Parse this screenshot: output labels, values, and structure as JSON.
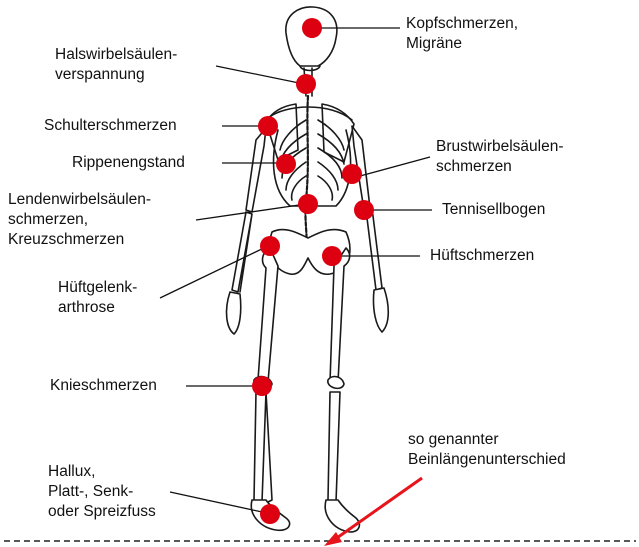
{
  "labels": {
    "kopf": [
      "Kopfschmerzen,",
      "Migräne"
    ],
    "hals": [
      "Halswirbelsäulen-",
      "verspannung"
    ],
    "schulter": [
      "Schulterschmerzen"
    ],
    "rippen": [
      "Rippenengstand"
    ],
    "brust": [
      "Brustwirbelsäulen-",
      "schmerzen"
    ],
    "lenden": [
      "Lendenwirbelsäulen-",
      "schmerzen,",
      "Kreuzschmerzen"
    ],
    "tennis": [
      "Tennisellbogen"
    ],
    "hueftgelenk": [
      "Hüftgelenk-",
      "arthrose"
    ],
    "hueft": [
      "Hüftschmerzen"
    ],
    "knie": [
      "Knieschmerzen"
    ],
    "hallux": [
      "Hallux,",
      "Platt-, Senk-",
      "oder Spreizfuss"
    ],
    "bein": [
      "so genannter",
      "Beinlängenunterschied"
    ]
  },
  "colors": {
    "pain_point": "#dd0011",
    "arrow": "#e8141c",
    "bone_stroke": "#1a1a1a",
    "bone_fill": "#ffffff",
    "leader_line": "#111111",
    "ground_line": "#222222"
  }
}
